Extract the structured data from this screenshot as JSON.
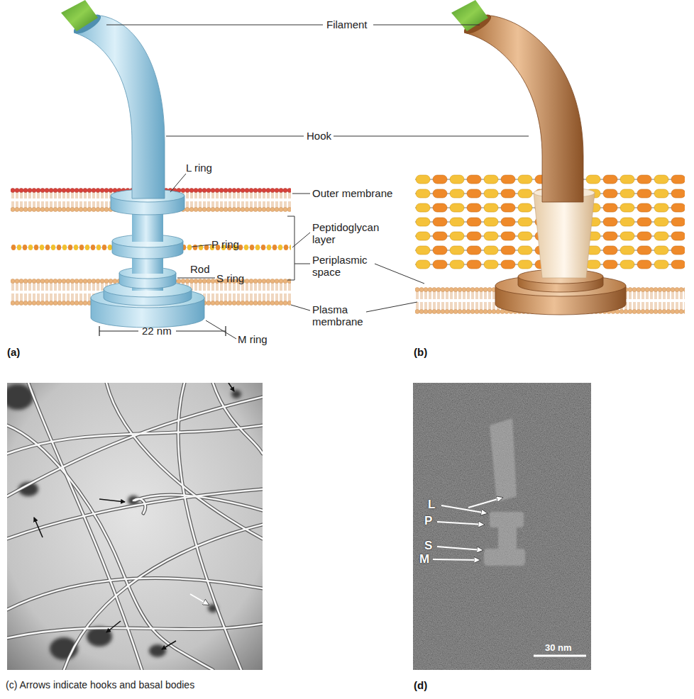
{
  "diagram": {
    "labels": [
      "Filament",
      "Hook",
      "L ring",
      "Outer membrane",
      "P ring",
      "Peptidoglycan layer",
      "Rod",
      "Periplasmic space",
      "S ring",
      "Plasma membrane",
      "M ring",
      "(a)",
      "22 nm",
      "(b)",
      "(c) Arrows indicate hooks and basal bodies",
      "(d)",
      "L",
      "P",
      "S",
      "M",
      "30 nm"
    ]
  }
}
